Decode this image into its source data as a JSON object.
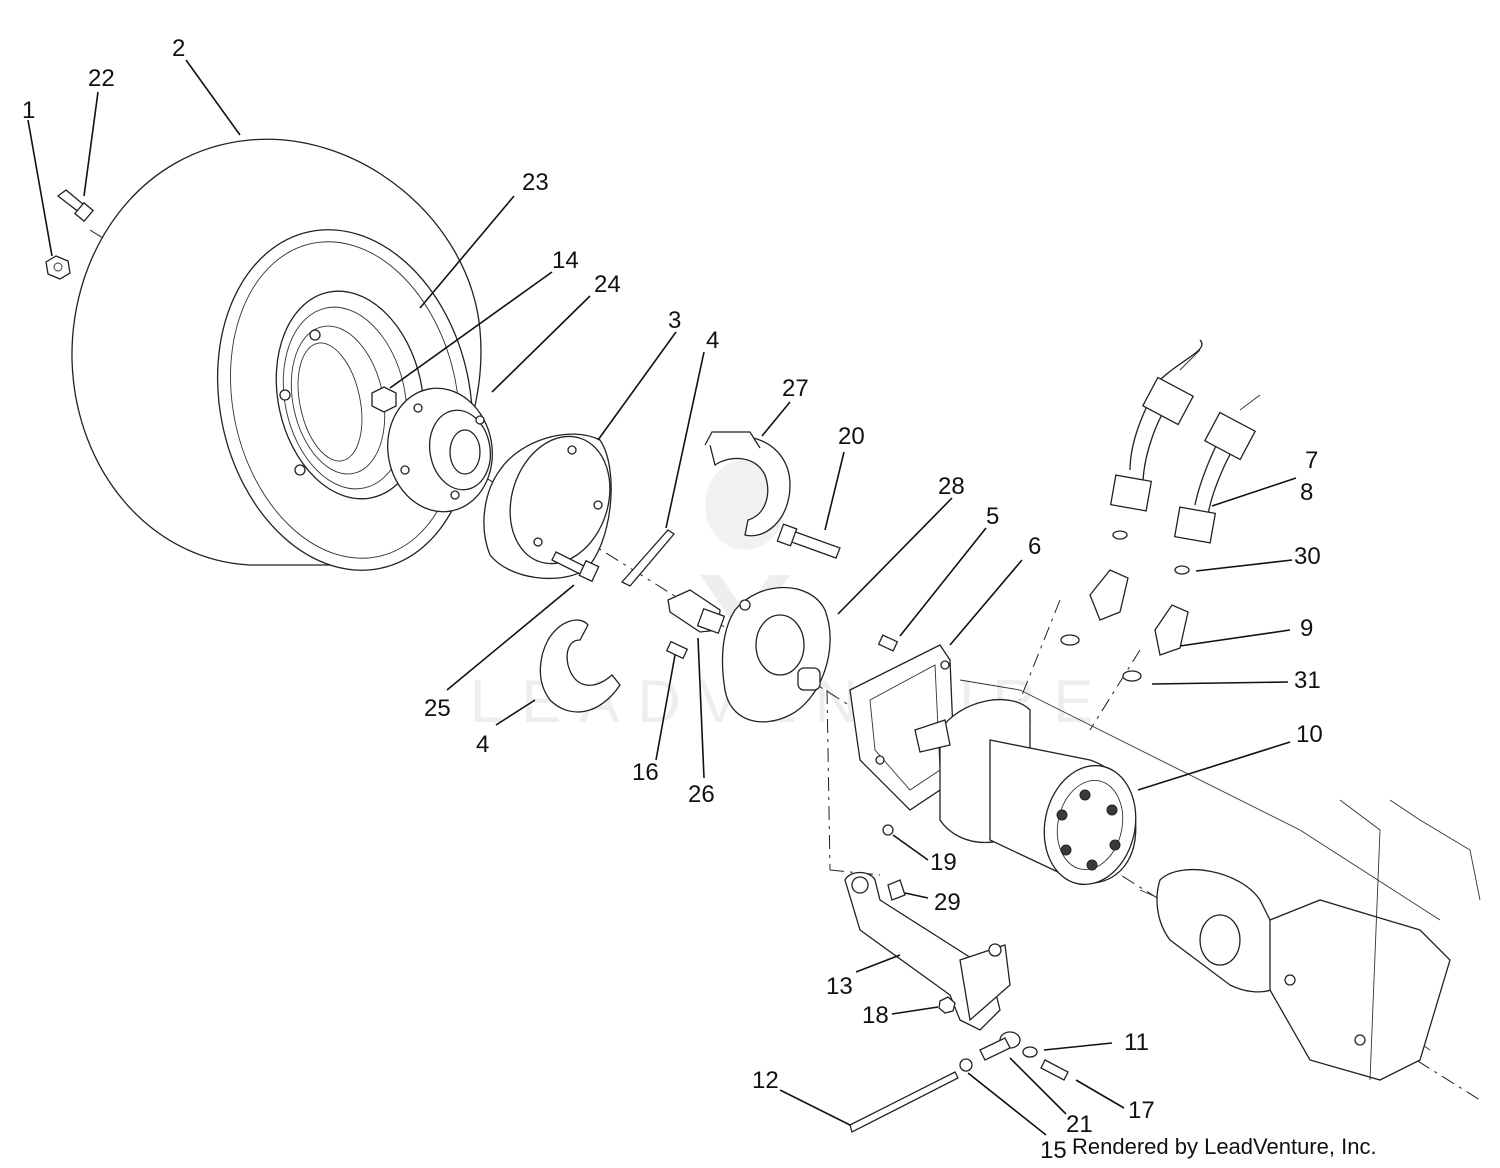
{
  "diagram": {
    "callouts": [
      "1",
      "2",
      "3",
      "4",
      "4",
      "5",
      "6",
      "7",
      "8",
      "9",
      "10",
      "11",
      "12",
      "13",
      "14",
      "15",
      "16",
      "17",
      "18",
      "19",
      "20",
      "21",
      "22",
      "23",
      "24",
      "25",
      "26",
      "27",
      "28",
      "29",
      "30",
      "31"
    ],
    "watermark": "LEADVENTURE",
    "credit": "Rendered by LeadVenture, Inc."
  }
}
